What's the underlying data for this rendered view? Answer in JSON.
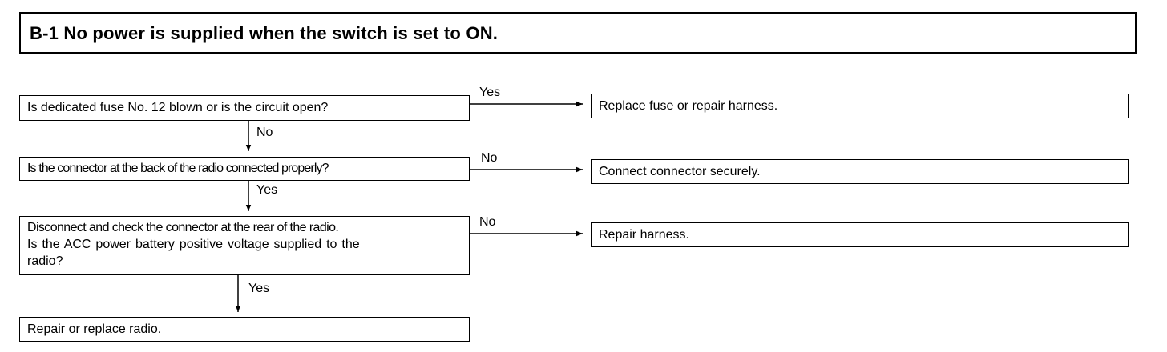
{
  "title": "B-1 No power is supplied when the switch is set to ON.",
  "steps": [
    {
      "question": "Is dedicated fuse No. 12 blown or is the circuit open?",
      "branch_label": "Yes",
      "action": "Replace fuse or repair harness.",
      "continue_label": "No"
    },
    {
      "question": "Is the connector at the back of the radio connected properly?",
      "branch_label": "No",
      "action": "Connect connector securely.",
      "continue_label": "Yes"
    },
    {
      "question_lines": [
        "Disconnect and check the connector at the rear of the radio.",
        "Is the ACC power battery positive voltage supplied to the",
        "radio?"
      ],
      "branch_label": "No",
      "action": "Repair harness.",
      "continue_label": "Yes"
    }
  ],
  "final_action": "Repair or replace radio."
}
